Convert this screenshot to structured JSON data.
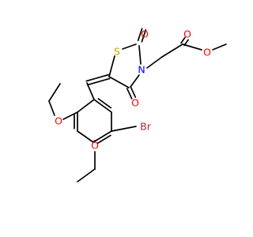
{
  "structure": {
    "colors": {
      "bond": "#000000",
      "carbon": "#000000",
      "oxygen": "#ff0000",
      "nitrogen": "#0000ff",
      "sulfur": "#c8a000",
      "bromine": "#a52a2a",
      "background": "#ffffff"
    },
    "atom_labels": {
      "s1": "S",
      "n1": "N",
      "o_c2": "O",
      "o_c4": "O",
      "o_ester_carbonyl": "O",
      "o_ester": "O",
      "o_ethoxy_2": "O",
      "o_ethoxy_4": "O",
      "br": "Br"
    }
  }
}
